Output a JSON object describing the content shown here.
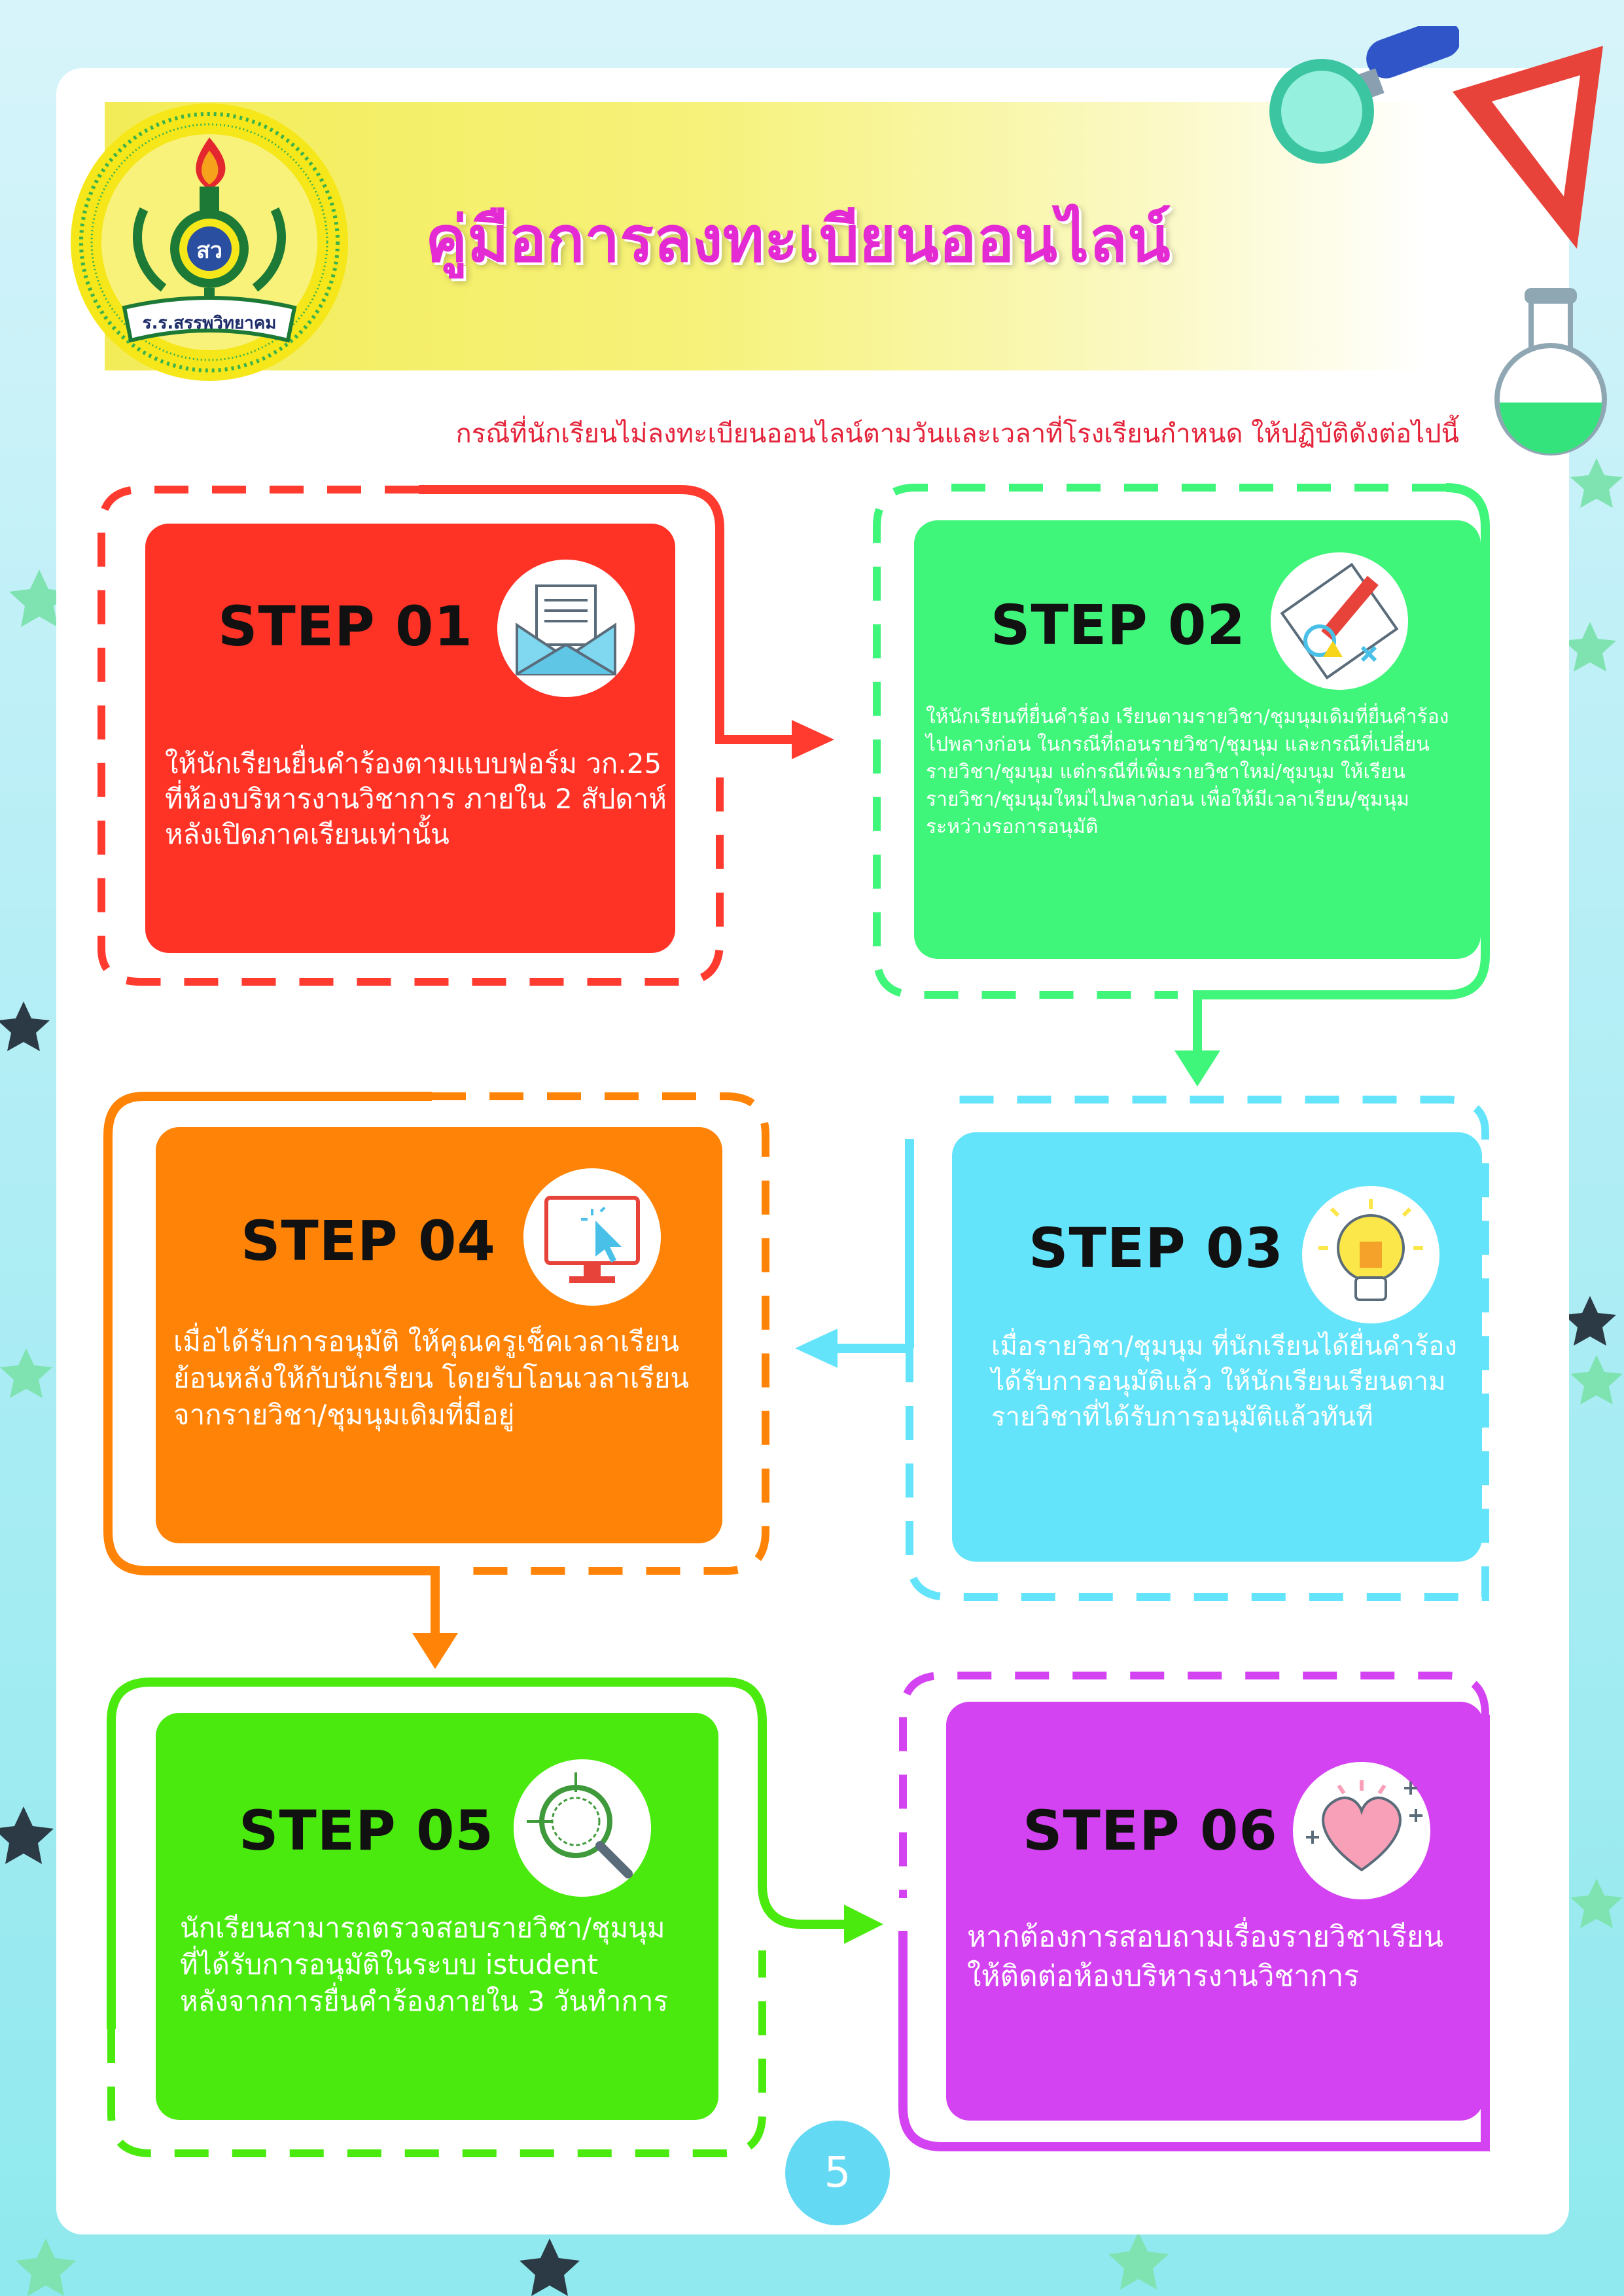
{
  "header": {
    "title": "คู่มือการลงทะเบียนออนไลน์",
    "subtitle": "กรณีที่นักเรียนไม่ลงทะเบียนออนไลน์ตามวันและเวลาที่โรงเรียนกำหนด ให้ปฏิบัติดังต่อไปนี้",
    "logo_text": "ร.ร.สรรพวิทยาคม"
  },
  "steps": [
    {
      "title": "STEP 01",
      "icon": "envelope-icon",
      "color": "#ff3226",
      "lines": [
        "ให้นักเรียนยื่นคำร้องตามแบบฟอร์ม วก.25",
        "ที่ห้องบริหารงานวิชาการ ภายใน 2 สัปดาห์",
        "หลังเปิดภาคเรียนเท่านั้น"
      ]
    },
    {
      "title": "STEP 02",
      "icon": "drawing-icon",
      "color": "#3ff57a",
      "lines": [
        "ให้นักเรียนที่ยื่นคำร้อง เรียนตามรายวิชา/ชุมนุมเดิมที่ยื่นคำร้อง",
        "ไปพลางก่อน ในกรณีที่ถอนรายวิชา/ชุมนุม และกรณีที่เปลี่ยน",
        "รายวิชา/ชุมนุม แต่กรณีที่เพิ่มรายวิชาใหม่/ชุมนุม ให้เรียน",
        "รายวิชา/ชุมนุมใหม่ไปพลางก่อน เพื่อให้มีเวลาเรียน/ชุมนุม",
        "ระหว่างรอการอนุมัติ"
      ]
    },
    {
      "title": "STEP 03",
      "icon": "lightbulb-icon",
      "color": "#64e4fb",
      "lines": [
        "เมื่อรายวิชา/ชุมนุม ที่นักเรียนได้ยื่นคำร้อง",
        "ได้รับการอนุมัติแล้ว ให้นักเรียนเรียนตาม",
        "รายวิชาที่ได้รับการอนุมัติแล้วทันที"
      ]
    },
    {
      "title": "STEP 04",
      "icon": "monitor-cursor-icon",
      "color": "#ff8306",
      "lines": [
        "เมื่อได้รับการอนุมัติ ให้คุณครูเช็คเวลาเรียน",
        "ย้อนหลังให้กับนักเรียน โดยรับโอนเวลาเรียน",
        "จากรายวิชา/ชุมนุมเดิมที่มีอยู่"
      ]
    },
    {
      "title": "STEP 05",
      "icon": "magnifier-icon",
      "color": "#4bea0e",
      "lines": [
        "นักเรียนสามารถตรวจสอบรายวิชา/ชุมนุม",
        "ที่ได้รับการอนุมัติในระบบ istudent",
        "หลังจากการยื่นคำร้องภายใน 3 วันทำการ"
      ]
    },
    {
      "title": "STEP 06",
      "icon": "heart-icon",
      "color": "#d443f1",
      "lines": [
        "หากต้องการสอบถามเรื่องรายวิชาเรียน",
        "ให้ติดต่อห้องบริหารงานวิชาการ"
      ]
    }
  ],
  "page_number": "5"
}
